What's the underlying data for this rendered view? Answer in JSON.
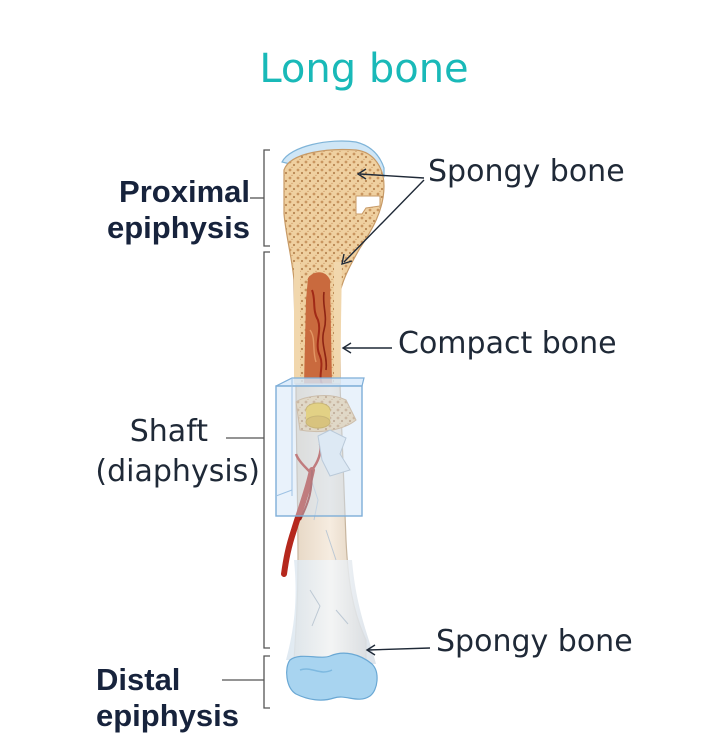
{
  "title": "Long bone",
  "labels": {
    "proximal_epiphysis": [
      "Proximal",
      "epiphysis"
    ],
    "shaft": [
      "Shaft",
      "(diaphysis)"
    ],
    "distal_epiphysis": [
      "Distal",
      "epiphysis"
    ],
    "spongy_bone_top": "Spongy bone",
    "compact_bone": "Compact bone",
    "spongy_bone_bottom": "Spongy bone"
  },
  "colors": {
    "title": "#19b9b8",
    "bone_base": "#efd2a6",
    "spongy": "#e6b982",
    "marrow": "#b8492a",
    "cartilage": "#a8d4f0",
    "vessel": "#b5281d",
    "label_dark": "#17233c"
  }
}
